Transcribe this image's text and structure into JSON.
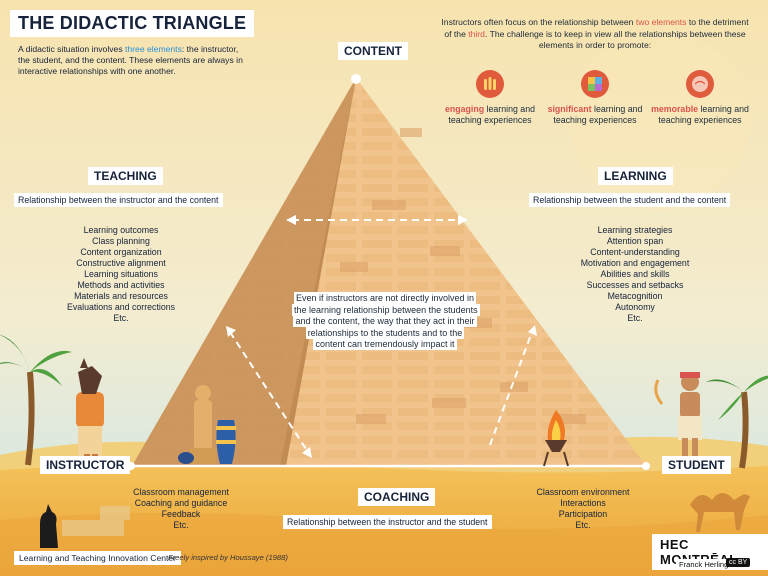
{
  "title": "THE DIDACTIC TRIANGLE",
  "intro": {
    "before": "A didactic situation involves ",
    "highlight": "three elements",
    "after": ": the instructor, the student, and the content. These elements are always in interactive relationships with one another."
  },
  "challenge": {
    "part1": "Instructors often focus on the relationship between ",
    "hl1": "two elements",
    "part2": " to the detriment of the ",
    "hl2": "third",
    "part3": ". The challenge is to keep in view all the relationships between these elements in order to promote:"
  },
  "goals": [
    {
      "key": "engaging",
      "rest": " learning and teaching experiences",
      "icon": "hands-icon",
      "color": "#e05a3c"
    },
    {
      "key": "significant",
      "rest": " learning and teaching experiences",
      "icon": "puzzle-icon",
      "color": "#e05a3c"
    },
    {
      "key": "memorable",
      "rest": " learning and teaching experiences",
      "icon": "brain-icon",
      "color": "#e05a3c"
    }
  ],
  "vertices": {
    "content": "CONTENT",
    "instructor": "INSTRUCTOR",
    "student": "STUDENT"
  },
  "teaching": {
    "label": "TEACHING",
    "relationship": "Relationship between the instructor and the content",
    "items": [
      "Learning outcomes",
      "Class planning",
      "Content organization",
      "Constructive alignment",
      "Learning situations",
      "Methods and activities",
      "Materials and resources",
      "Evaluations and corrections",
      "Etc."
    ]
  },
  "learning": {
    "label": "LEARNING",
    "relationship": "Relationship between the student and the content",
    "items": [
      "Learning strategies",
      "Attention span",
      "Content-understanding",
      "Motivation and engagement",
      "Abilities and skills",
      "Successes and setbacks",
      "Metacognition",
      "Autonomy",
      "Etc."
    ]
  },
  "coaching": {
    "label": "COACHING",
    "relationship": "Relationship between the instructor and the student",
    "left_items": [
      "Classroom management",
      "Coaching and guidance",
      "Feedback",
      "Etc."
    ],
    "right_items": [
      "Classroom environment",
      "Interactions",
      "Participation",
      "Etc."
    ]
  },
  "center_note": "Even if instructors are not directly involved in the learning relationship between the students and the content, the way that they act in their relationships to the students and to the content can tremendously impact it",
  "footer": {
    "center": "Learning and Teaching Innovation Center",
    "credit": "Freely inspired by Houssaye (1988)",
    "brand": "HEC MONTRĒAL",
    "author": "Franck Herling",
    "license": "cc BY"
  },
  "colors": {
    "sky_top": "#f6dfa8",
    "sky_bottom": "#cde9ee",
    "sand": "#f2b84b",
    "pyramid_light": "#f1c98e",
    "pyramid_shadow": "#c68e57",
    "accent_blue": "#2a8fd6",
    "accent_red": "#d9534f"
  }
}
